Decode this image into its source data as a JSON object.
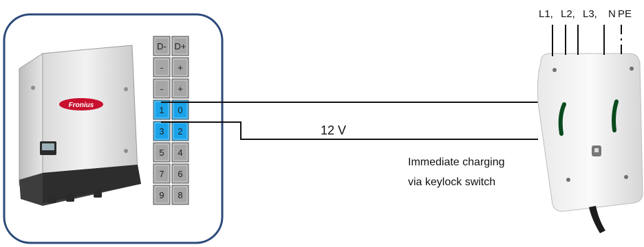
{
  "inverter": {
    "brand": "Fronius"
  },
  "terminal_block": {
    "rows": [
      {
        "left": "D-",
        "right": "D+",
        "highlight": false
      },
      {
        "left": "-",
        "right": "+",
        "highlight": false
      },
      {
        "left": "-",
        "right": "+",
        "highlight": false
      },
      {
        "left": "1",
        "right": "0",
        "highlight": true
      },
      {
        "left": "3",
        "right": "2",
        "highlight": true
      },
      {
        "left": "5",
        "right": "4",
        "highlight": false
      },
      {
        "left": "7",
        "right": "6",
        "highlight": false
      },
      {
        "left": "9",
        "right": "8",
        "highlight": false
      }
    ]
  },
  "wiring": {
    "voltage_label": "12 V"
  },
  "charger": {
    "supply_labels": [
      "L1,",
      "L2,",
      "L3,",
      "N",
      "PE"
    ],
    "note_line1": "Immediate charging",
    "note_line2": "via keylock switch"
  },
  "colors": {
    "frame": "#2b4a7a",
    "terminal_gray": "#a6a6a6",
    "terminal_blue": "#1aa3ea",
    "wire": "#111111"
  }
}
